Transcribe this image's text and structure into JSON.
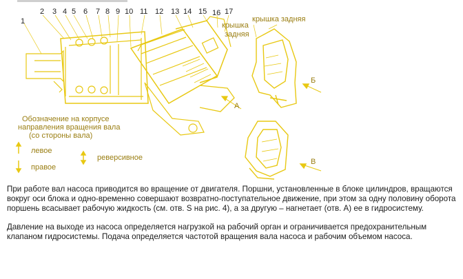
{
  "diagram": {
    "callout_numbers": [
      "1",
      "2",
      "3",
      "4",
      "5",
      "6",
      "7",
      "8",
      "9",
      "10",
      "11",
      "12",
      "13",
      "14",
      "15",
      "16",
      "17"
    ],
    "cover_label_1": "крышка",
    "cover_label_2": "задняя",
    "rear_cover_label": "крышка задняя",
    "view_a": "А",
    "view_b": "Б",
    "view_v": "В",
    "rotation_note": [
      "Обозначение на корпусе",
      "направления вращения вала",
      "(со стороны вала)"
    ],
    "legend": {
      "left": "левое",
      "right": "правое",
      "reverse": "реверсивное"
    },
    "line_color": "#e8c812"
  },
  "text": {
    "paragraph_1": "При работе вал насоса приводится во вращение от двигателя. Поршни, установленные в блоке цилиндров, вращаются вокруг оси блока и одно-временно совершают возвратно-поступательное движение, при этом за одну половину оборота поршень всасывает рабочую жидкость (см. отв. S на рис. 4), а за другую – нагнетает (отв. А) ее в гидросистему.",
    "paragraph_2": "Давление на выходе из насоса определяется нагрузкой на рабочий орган и ограничивается предохранительным клапаном гидросистемы. Подача определяется частотой вращения вала насоса и рабочим объемом насоса."
  }
}
